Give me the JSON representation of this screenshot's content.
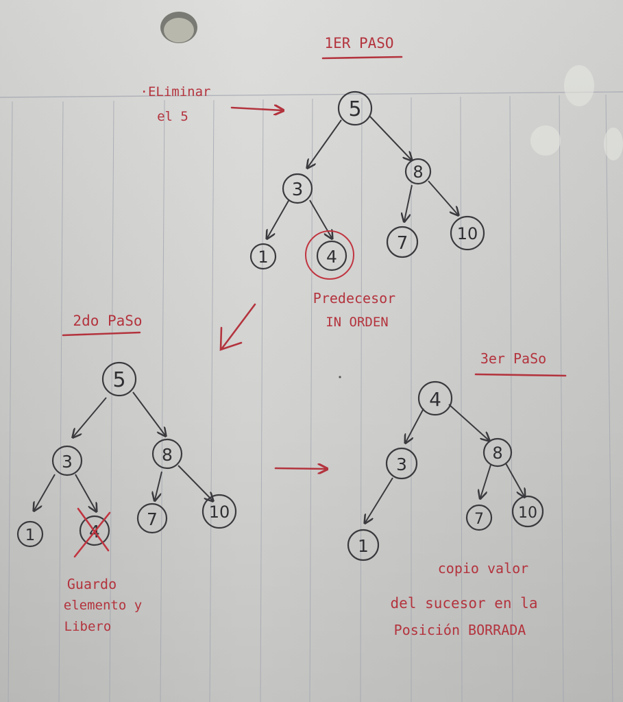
{
  "colors": {
    "paper": "#d8d8d6",
    "red_ink": "#b3333d",
    "pencil": "#3a3a3e",
    "rule_line": "#9ea3ad"
  },
  "headings": {
    "step1": "1ER PASO",
    "step2": "2do PaSo",
    "step3": "3er PaSo"
  },
  "notes": {
    "eliminar_line1": "·ELiminar",
    "eliminar_line2": "el 5",
    "predecesor_line1": "Predecesor",
    "predecesor_line2": "IN ORDEN",
    "guardo_line1": "Guardo",
    "guardo_line2": "elemento y",
    "guardo_line3": "Libero",
    "copio_line1": "copio valor",
    "copio_line2": "del sucesor en la",
    "copio_line3": "Posición BORRADA"
  },
  "trees": {
    "step1": {
      "root": "5",
      "left": "3",
      "right": "8",
      "ll": "1",
      "lr": "4",
      "rl": "7",
      "rr": "10"
    },
    "step2": {
      "root": "5",
      "left": "3",
      "right": "8",
      "ll": "1",
      "lr": "4",
      "rl": "7",
      "rr": "10"
    },
    "step3": {
      "root": "4",
      "left": "3",
      "right": "8",
      "ll": "1",
      "rl": "7",
      "rr": "10"
    }
  },
  "highlight": {
    "circled_node": "4",
    "crossed_node": "4"
  },
  "icons": {
    "hole": "punch-hole-icon",
    "arrow_right": "arrow-right-icon",
    "arrow_down_left": "arrow-down-left-icon",
    "cross": "cross-mark-icon"
  }
}
